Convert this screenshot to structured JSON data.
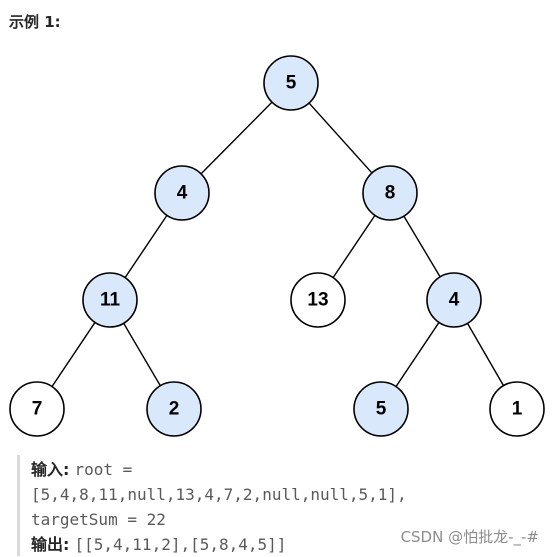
{
  "heading": "示例 1:",
  "tree": {
    "nodes": [
      {
        "id": "n5",
        "label": "5",
        "highlighted": true
      },
      {
        "id": "n4a",
        "label": "4",
        "highlighted": true
      },
      {
        "id": "n8",
        "label": "8",
        "highlighted": true
      },
      {
        "id": "n11",
        "label": "11",
        "highlighted": true
      },
      {
        "id": "n13",
        "label": "13",
        "highlighted": false
      },
      {
        "id": "n4b",
        "label": "4",
        "highlighted": true
      },
      {
        "id": "n7",
        "label": "7",
        "highlighted": false
      },
      {
        "id": "n2",
        "label": "2",
        "highlighted": true
      },
      {
        "id": "n5b",
        "label": "5",
        "highlighted": true
      },
      {
        "id": "n1",
        "label": "1",
        "highlighted": false
      }
    ],
    "edges": [
      [
        "n5",
        "n4a"
      ],
      [
        "n5",
        "n8"
      ],
      [
        "n4a",
        "n11"
      ],
      [
        "n8",
        "n13"
      ],
      [
        "n8",
        "n4b"
      ],
      [
        "n11",
        "n7"
      ],
      [
        "n11",
        "n2"
      ],
      [
        "n4b",
        "n5b"
      ],
      [
        "n4b",
        "n1"
      ]
    ],
    "colors": {
      "highlight_fill": "#dae8fc",
      "plain_fill": "#ffffff",
      "stroke": "#000000"
    }
  },
  "example": {
    "input_label": "输入:",
    "input_value_1": "root =",
    "input_value_2": "[5,4,8,11,null,13,4,7,2,null,null,5,1],",
    "input_value_3": "targetSum = 22",
    "output_label": "输出:",
    "output_value": "[[5,4,11,2],[5,8,4,5]]"
  },
  "watermark": "CSDN @怕批龙-_-#"
}
